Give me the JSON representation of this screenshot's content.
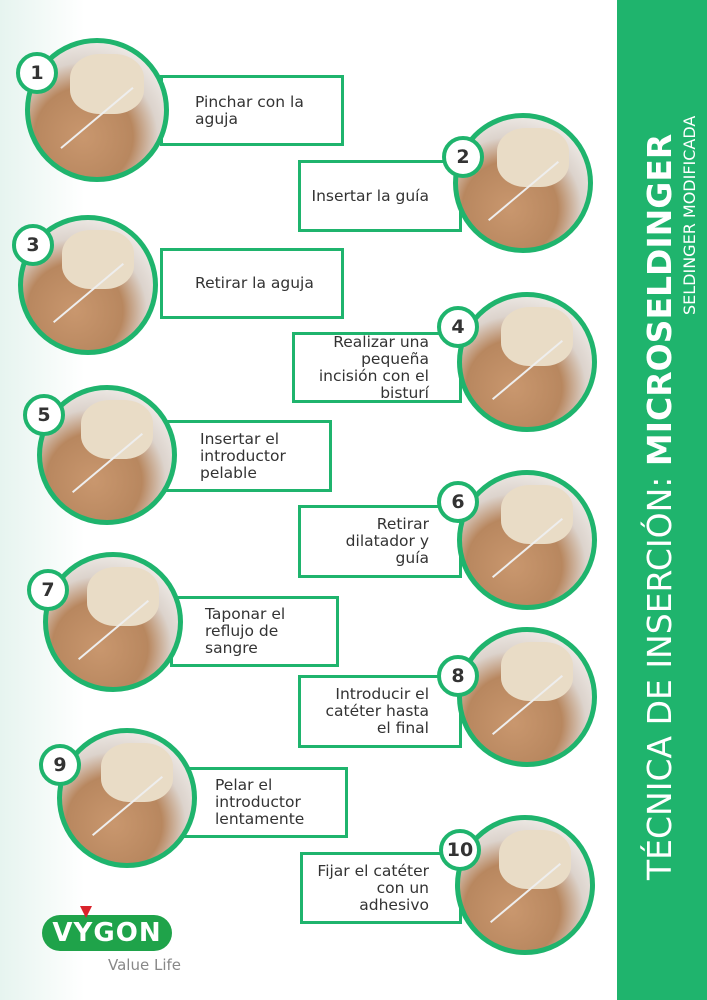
{
  "title": {
    "prefix": "TÉCNICA DE INSERCIÓN: ",
    "main": "MICROSELDINGER",
    "subtitle": "SELDINGER MODIFICADA"
  },
  "brand": {
    "name": "VYGON",
    "tagline": "Value Life",
    "color": "#1fa34a"
  },
  "accent": "#1fb46d",
  "steps": [
    {
      "number": "1",
      "text": "Pinchar con la aguja"
    },
    {
      "number": "2",
      "text": "Insertar la guía"
    },
    {
      "number": "3",
      "text": "Retirar la aguja"
    },
    {
      "number": "4",
      "text": "Realizar una pequeña incisión con el bisturí"
    },
    {
      "number": "5",
      "text": "Insertar el introductor pelable"
    },
    {
      "number": "6",
      "text": "Retirar dilatador y guía"
    },
    {
      "number": "7",
      "text": "Taponar el reflujo de sangre"
    },
    {
      "number": "8",
      "text": "Introducir el catéter hasta el final"
    },
    {
      "number": "9",
      "text": "Pelar el introductor lentamente"
    },
    {
      "number": "10",
      "text": "Fijar el catéter con un adhesivo"
    }
  ]
}
